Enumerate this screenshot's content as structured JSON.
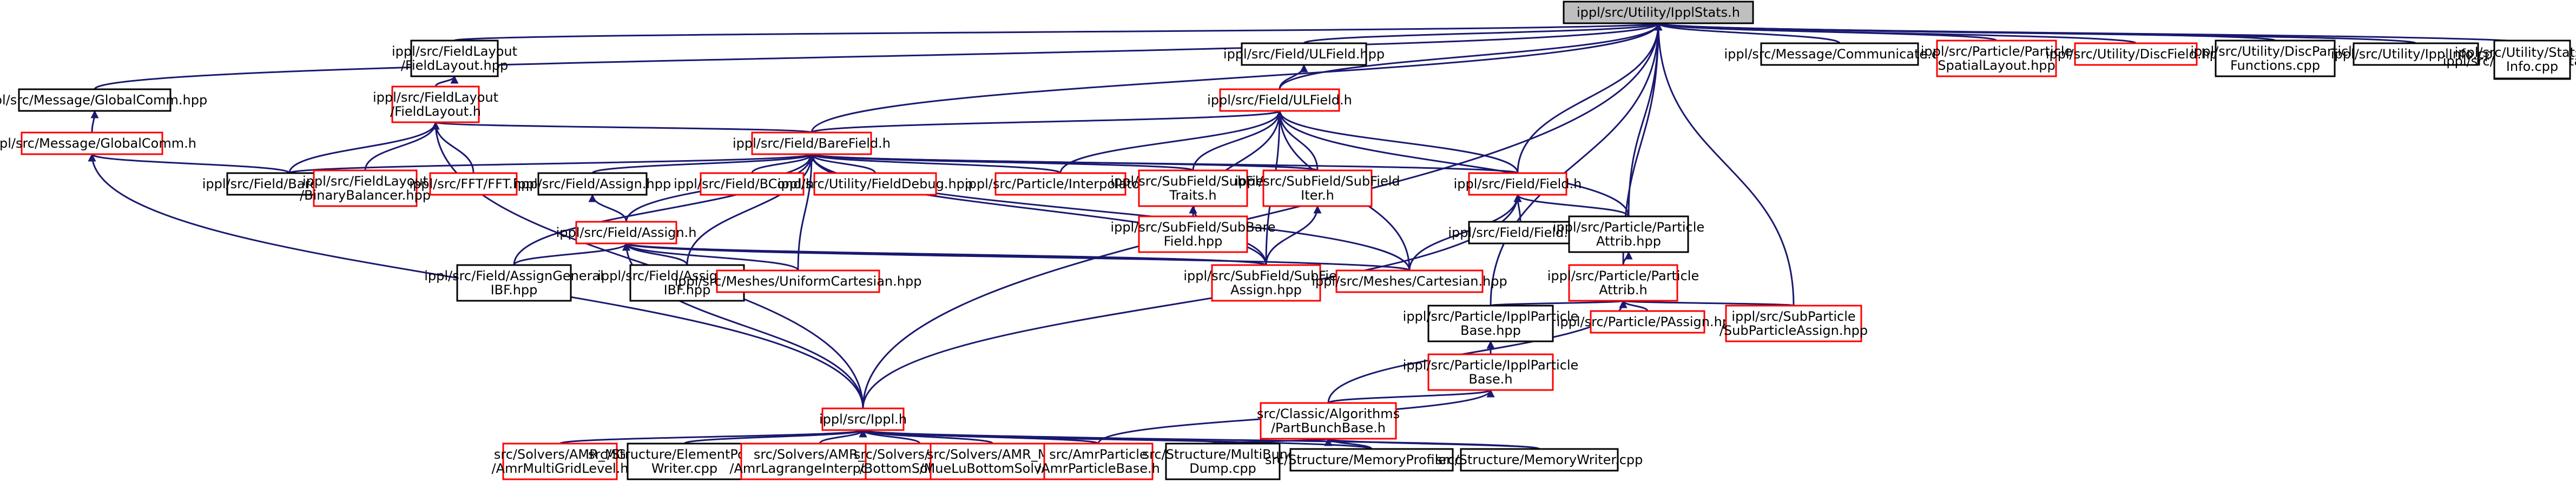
{
  "colors": {
    "edge": "#191970",
    "root_fill": "#bfbfbf",
    "node_border": "#000000",
    "node_border_missing": "#ff0000"
  },
  "nodes": [
    {
      "id": "root",
      "lines": [
        "ippl/src/Utility/IpplStats.h"
      ],
      "style": "root"
    },
    {
      "id": "fl_hpp",
      "lines": [
        "ippl/src/FieldLayout",
        "/FieldLayout.hpp"
      ],
      "style": "black"
    },
    {
      "id": "ul_hpp",
      "lines": [
        "ippl/src/Field/ULField.hpp"
      ],
      "style": "black"
    },
    {
      "id": "comm_cpp",
      "lines": [
        "ippl/src/Message/Communicate.cpp"
      ],
      "style": "black"
    },
    {
      "id": "psl_hpp",
      "lines": [
        "ippl/src/Particle/Particle",
        "SpatialLayout.hpp"
      ],
      "style": "red"
    },
    {
      "id": "disc_hpp",
      "lines": [
        "ippl/src/Utility/DiscField.hpp"
      ],
      "style": "red"
    },
    {
      "id": "dpf_cpp",
      "lines": [
        "ippl/src/Utility/DiscParticle",
        "Functions.cpp"
      ],
      "style": "black"
    },
    {
      "id": "info_cpp",
      "lines": [
        "ippl/src/Utility/IpplInfo.cpp"
      ],
      "style": "black"
    },
    {
      "id": "stats_cpp",
      "lines": [
        "ippl/src/Utility/IpplStats.cpp"
      ],
      "style": "black"
    },
    {
      "id": "stats_cpp2",
      "lines": [
        "ippl/src/Utility/Stats/ippl",
        "Info.cpp"
      ],
      "style": "black"
    },
    {
      "id": "gc_hpp",
      "lines": [
        "ippl/src/Message/GlobalComm.hpp"
      ],
      "style": "black"
    },
    {
      "id": "fl_h",
      "lines": [
        "ippl/src/FieldLayout",
        "/FieldLayout.h"
      ],
      "style": "red"
    },
    {
      "id": "ul_h",
      "lines": [
        "ippl/src/Field/ULField.h"
      ],
      "style": "red"
    },
    {
      "id": "gc_h",
      "lines": [
        "ippl/src/Message/GlobalComm.h"
      ],
      "style": "red"
    },
    {
      "id": "bf_h",
      "lines": [
        "ippl/src/Field/BareField.h"
      ],
      "style": "red"
    },
    {
      "id": "bf_hpp",
      "lines": [
        "ippl/src/Field/BareField.hpp"
      ],
      "style": "black"
    },
    {
      "id": "bin_hpp",
      "lines": [
        "ippl/src/FieldLayout",
        "/BinaryBalancer.hpp"
      ],
      "style": "red"
    },
    {
      "id": "fft_hpp",
      "lines": [
        "ippl/src/FFT/FFT.hpp"
      ],
      "style": "red"
    },
    {
      "id": "assign_hpp",
      "lines": [
        "ippl/src/Field/Assign.hpp"
      ],
      "style": "black"
    },
    {
      "id": "bcond_hpp",
      "lines": [
        "ippl/src/Field/BCond.hpp"
      ],
      "style": "red"
    },
    {
      "id": "fdebug_hpp",
      "lines": [
        "ippl/src/Utility/FieldDebug.hpp"
      ],
      "style": "red"
    },
    {
      "id": "interp_h",
      "lines": [
        "ippl/src/Particle/Interpolator.h"
      ],
      "style": "red"
    },
    {
      "id": "sft_h",
      "lines": [
        "ippl/src/SubField/SubField",
        "Traits.h"
      ],
      "style": "red"
    },
    {
      "id": "sfi_h",
      "lines": [
        "ippl/src/SubField/SubField",
        "Iter.h"
      ],
      "style": "red"
    },
    {
      "id": "field_h",
      "lines": [
        "ippl/src/Field/Field.h"
      ],
      "style": "red"
    },
    {
      "id": "assign_h",
      "lines": [
        "ippl/src/Field/Assign.h"
      ],
      "style": "red"
    },
    {
      "id": "sbf_hpp",
      "lines": [
        "ippl/src/SubField/SubBare",
        "Field.hpp"
      ],
      "style": "red"
    },
    {
      "id": "field_hpp",
      "lines": [
        "ippl/src/Field/Field.hpp"
      ],
      "style": "black"
    },
    {
      "id": "pattr_hpp",
      "lines": [
        "ippl/src/Particle/Particle",
        "Attrib.hpp"
      ],
      "style": "black"
    },
    {
      "id": "agb_hpp1",
      "lines": [
        "ippl/src/Field/AssignGeneral",
        "IBF.hpp"
      ],
      "style": "black"
    },
    {
      "id": "agb_hpp2",
      "lines": [
        "ippl/src/Field/AssignGeneral",
        "IBF.hpp"
      ],
      "style": "black"
    },
    {
      "id": "ucart_hpp",
      "lines": [
        "ippl/src/Meshes/UniformCartesian.hpp"
      ],
      "style": "red"
    },
    {
      "id": "sfa_hpp",
      "lines": [
        "ippl/src/SubField/SubField",
        "Assign.hpp"
      ],
      "style": "red"
    },
    {
      "id": "cart_hpp",
      "lines": [
        "ippl/src/Meshes/Cartesian.hpp"
      ],
      "style": "red"
    },
    {
      "id": "pattr_h",
      "lines": [
        "ippl/src/Particle/Particle",
        "Attrib.h"
      ],
      "style": "red"
    },
    {
      "id": "ppb_hpp",
      "lines": [
        "ippl/src/Particle/IpplParticle",
        "Base.hpp"
      ],
      "style": "black"
    },
    {
      "id": "pas_hpp",
      "lines": [
        "ippl/src/Particle/PAssign.hpp"
      ],
      "style": "red"
    },
    {
      "id": "spa_hpp",
      "lines": [
        "ippl/src/SubParticle",
        "/SubParticleAssign.hpp"
      ],
      "style": "red"
    },
    {
      "id": "ppb_h",
      "lines": [
        "ippl/src/Particle/IpplParticle",
        "Base.h"
      ],
      "style": "red"
    },
    {
      "id": "ippl_h",
      "lines": [
        "ippl/src/Ippl.h"
      ],
      "style": "red"
    },
    {
      "id": "pbb_h",
      "lines": [
        "src/Classic/Algorithms",
        "/PartBunchBase.h"
      ],
      "style": "red"
    },
    {
      "id": "amrgl",
      "lines": [
        "src/Solvers/AMR_MG",
        "/AmrMultiGridLevel.h"
      ],
      "style": "red"
    },
    {
      "id": "sep_cpp",
      "lines": [
        "src/Structure/ElementPosition",
        "Writer.cpp"
      ],
      "style": "black"
    },
    {
      "id": "amrli",
      "lines": [
        "src/Solvers/AMR_MG",
        "/AmrLagrangeInterpolater.h"
      ],
      "style": "red"
    },
    {
      "id": "bbs_hpp",
      "lines": [
        "src/Solvers/AMR_MG",
        "/BottomSolver.hpp"
      ],
      "style": "red"
    },
    {
      "id": "mlbs",
      "lines": [
        "src/Solvers/AMR_MG",
        "/MueLuBottomSolver.h"
      ],
      "style": "red"
    },
    {
      "id": "apb_h",
      "lines": [
        "src/AmrParticle",
        "/AmrParticleBase.h"
      ],
      "style": "red"
    },
    {
      "id": "mbd_cpp",
      "lines": [
        "src/Structure/MultiBunch",
        "Dump.cpp"
      ],
      "style": "black"
    },
    {
      "id": "smp_cpp",
      "lines": [
        "src/Structure/MemoryProfiler.cpp"
      ],
      "style": "black"
    },
    {
      "id": "smw_cpp",
      "lines": [
        "src/Structure/MemoryWriter.cpp"
      ],
      "style": "black"
    }
  ]
}
